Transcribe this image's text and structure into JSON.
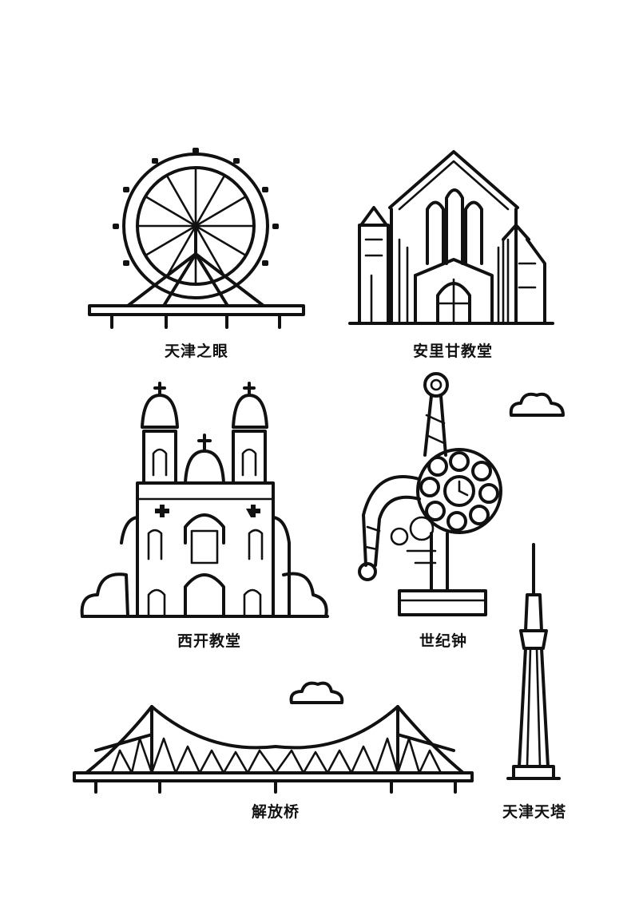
{
  "landmarks": [
    {
      "id": "tianjin-eye",
      "label": "天津之眼"
    },
    {
      "id": "anli-church",
      "label": "安里甘教堂"
    },
    {
      "id": "xikai-church",
      "label": "西开教堂"
    },
    {
      "id": "century-clock",
      "label": "世纪钟"
    },
    {
      "id": "jiefang-bridge",
      "label": "解放桥"
    },
    {
      "id": "tianjin-tower",
      "label": "天津天塔"
    }
  ],
  "colors": {
    "line": "#111111",
    "background": "#ffffff"
  }
}
